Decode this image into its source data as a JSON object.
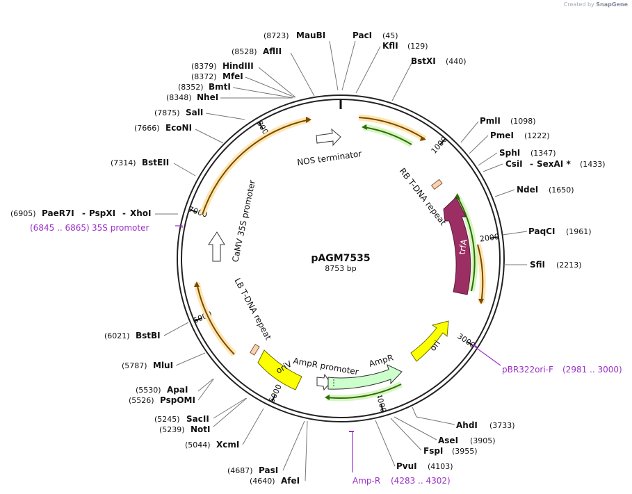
{
  "credit": {
    "prefix": "Created by",
    "brand": "SnapGene"
  },
  "plasmid": {
    "name": "pAGM7535",
    "length_label": "8753 bp",
    "length": 8753
  },
  "ticks": [
    {
      "bp": 1000,
      "label": "1000"
    },
    {
      "bp": 2000,
      "label": "2000"
    },
    {
      "bp": 3000,
      "label": "3000"
    },
    {
      "bp": 4000,
      "label": "4000"
    },
    {
      "bp": 5000,
      "label": "5000"
    },
    {
      "bp": 6000,
      "label": "6000"
    },
    {
      "bp": 7000,
      "label": "7000"
    },
    {
      "bp": 8000,
      "label": "8000"
    }
  ],
  "sites": [
    {
      "name": "MauBI",
      "pos": "(8723)",
      "bp": 8723
    },
    {
      "name": "AflII",
      "pos": "(8528)",
      "bp": 8528
    },
    {
      "name": "HindIII",
      "pos": "(8379)",
      "bp": 8379
    },
    {
      "name": "MfeI",
      "pos": "(8372)",
      "bp": 8372
    },
    {
      "name": "BmtI",
      "pos": "(8352)",
      "bp": 8352
    },
    {
      "name": "NheI",
      "pos": "(8348)",
      "bp": 8348
    },
    {
      "name": "SalI",
      "pos": "(7875)",
      "bp": 7875
    },
    {
      "name": "EcoNI",
      "pos": "(7666)",
      "bp": 7666
    },
    {
      "name": "BstEII",
      "pos": "(7314)",
      "bp": 7314
    },
    {
      "name": "PaeR7I",
      "name2": "PspXI",
      "name3": "XhoI",
      "pos": "(6905)",
      "bp": 6905
    },
    {
      "name": "BstBI",
      "pos": "(6021)",
      "bp": 6021
    },
    {
      "name": "MluI",
      "pos": "(5787)",
      "bp": 5787
    },
    {
      "name": "ApaI",
      "pos": "(5530)",
      "bp": 5530
    },
    {
      "name": "PspOMI",
      "pos": "(5526)",
      "bp": 5526
    },
    {
      "name": "SacII",
      "pos": "(5245)",
      "bp": 5245
    },
    {
      "name": "NotI",
      "pos": "(5239)",
      "bp": 5239
    },
    {
      "name": "XcmI",
      "pos": "(5044)",
      "bp": 5044
    },
    {
      "name": "PasI",
      "pos": "(4687)",
      "bp": 4687
    },
    {
      "name": "AfeI",
      "pos": "(4640)",
      "bp": 4640
    },
    {
      "name": "PacI",
      "pos": "(45)",
      "bp": 45
    },
    {
      "name": "KflI",
      "pos": "(129)",
      "bp": 129
    },
    {
      "name": "BstXI",
      "pos": "(440)",
      "bp": 440
    },
    {
      "name": "PmlI",
      "pos": "(1098)",
      "bp": 1098
    },
    {
      "name": "PmeI",
      "pos": "(1222)",
      "bp": 1222
    },
    {
      "name": "SphI",
      "pos": "(1347)",
      "bp": 1347
    },
    {
      "name": "CsiI",
      "name2": "SexAI *",
      "pos": "(1433)",
      "bp": 1433
    },
    {
      "name": "NdeI",
      "pos": "(1650)",
      "bp": 1650
    },
    {
      "name": "PaqCI",
      "pos": "(1961)",
      "bp": 1961
    },
    {
      "name": "SfiI",
      "pos": "(2213)",
      "bp": 2213
    },
    {
      "name": "AhdI",
      "pos": "(3733)",
      "bp": 3733
    },
    {
      "name": "AseI",
      "pos": "(3905)",
      "bp": 3905
    },
    {
      "name": "FspI",
      "pos": "(3955)",
      "bp": 3955
    },
    {
      "name": "PvuI",
      "pos": "(4103)",
      "bp": 4103
    }
  ],
  "primers": [
    {
      "name": "35S promoter",
      "range": "(6845 .. 6865)"
    },
    {
      "name": "pBR322ori-F",
      "range": "(2981 .. 3000)"
    },
    {
      "name": "Amp-R",
      "range": "(4283 .. 4302)"
    }
  ],
  "features": [
    {
      "name": "NOS terminator"
    },
    {
      "name": "RB T-DNA repeat"
    },
    {
      "name": "trfA"
    },
    {
      "name": "CaMV 35S promoter"
    },
    {
      "name": "LB T-DNA repeat"
    },
    {
      "name": "oriV"
    },
    {
      "name": "AmpR promoter"
    },
    {
      "name": "AmpR"
    },
    {
      "name": "ori"
    }
  ],
  "colors": {
    "backbone": "#222222",
    "orange": "#f6a623",
    "green": "#88d858",
    "trfA": "#9b2f63",
    "yellow": "#fcff00",
    "ampR": "#ccffcc",
    "primer": "#9b30c6",
    "callout": "#777777"
  }
}
